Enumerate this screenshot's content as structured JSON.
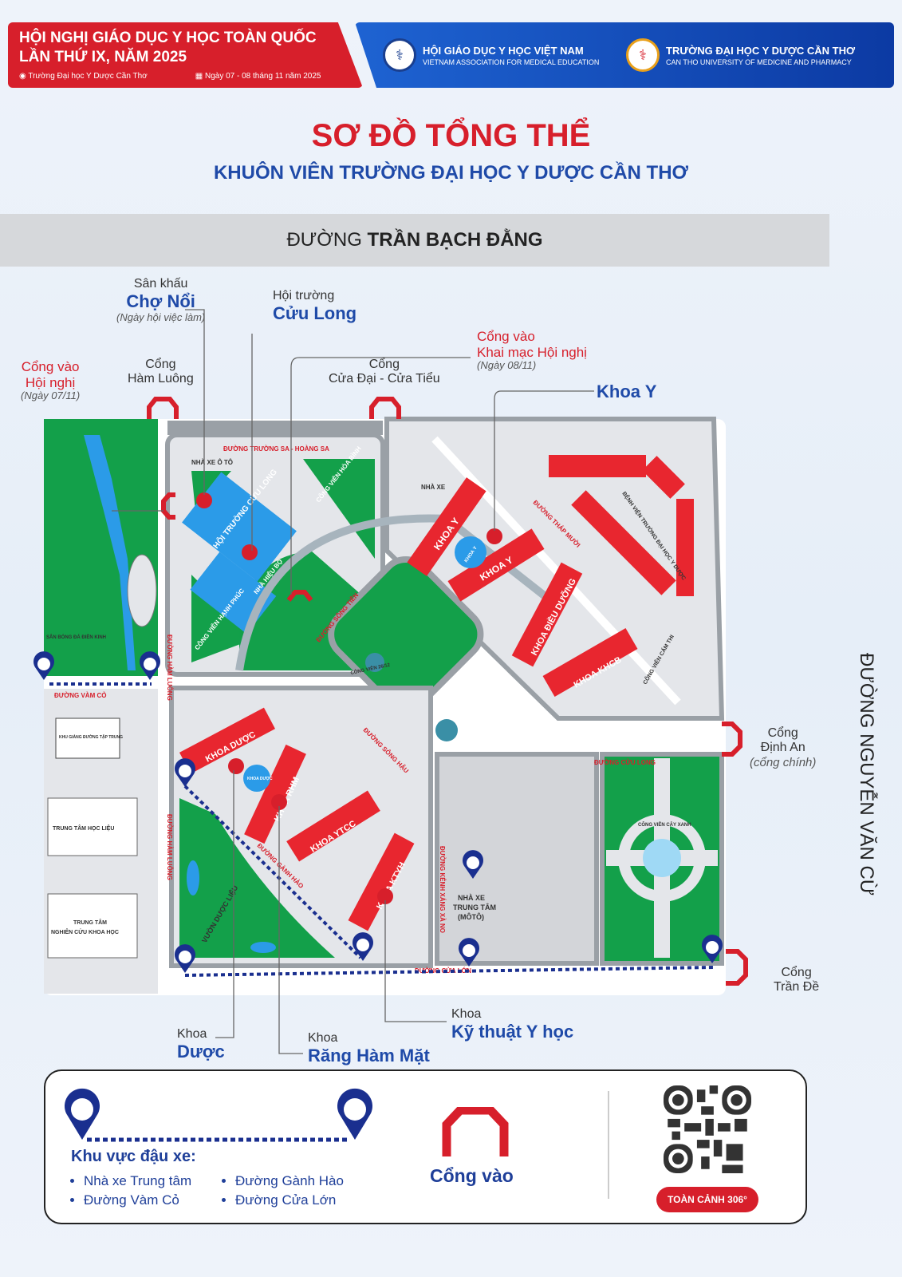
{
  "header": {
    "event_title_line1": "HỘI NGHỊ GIÁO DỤC Y HỌC TOÀN QUỐC",
    "event_title_line2": "LẦN THỨ IX, NĂM 2025",
    "location": "Trường Đại học Y Dược Cần Thơ",
    "date": "Ngày 07 - 08 tháng 11 năm 2025",
    "org1_name": "HỘI GIÁO DỤC Y HỌC VIỆT NAM",
    "org1_sub": "VIETNAM ASSOCIATION FOR MEDICAL EDUCATION",
    "org2_name": "TRƯỜNG ĐẠI HỌC Y DƯỢC CẦN THƠ",
    "org2_sub": "CAN THO UNIVERSITY OF MEDICINE AND PHARMACY"
  },
  "title": "SƠ ĐỒ TỔNG THỂ",
  "subtitle": "KHUÔN VIÊN TRƯỜNG ĐẠI HỌC Y DƯỢC CẦN THƠ",
  "roads": {
    "top_prefix": "ĐƯỜNG ",
    "top_name": "TRẦN BẠCH ĐẰNG",
    "right": "ĐƯỜNG NGUYỄN VĂN CỪ"
  },
  "callouts": {
    "cho_noi": {
      "small": "Sân khấu",
      "big": "Chợ Nổi",
      "note": "(Ngày hội việc làm)"
    },
    "cuu_long": {
      "small": "Hội trường",
      "big": "Cửu Long"
    },
    "cong_hoi_nghi": {
      "red": "Cổng vào",
      "red2": "Hội nghị",
      "note": "(Ngày 07/11)"
    },
    "cong_ham_luong": {
      "small": "Cổng",
      "name": "Hàm Luông"
    },
    "cong_cua_dai": {
      "small": "Cổng",
      "name": "Cửa Đại - Cửa Tiểu"
    },
    "cong_khai_mac": {
      "red": "Cổng vào",
      "red2": "Khai mạc Hội nghị",
      "note": "(Ngày 08/11)"
    },
    "khoa_y": {
      "big": "Khoa Y"
    },
    "cong_dinh_an": {
      "small": "Cổng",
      "name": "Định An",
      "note": "(cổng chính)"
    },
    "cong_tran_de": {
      "small": "Cổng",
      "name": "Trần Đề"
    },
    "khoa_duoc": {
      "small": "Khoa",
      "big": "Dược"
    },
    "khoa_rhm": {
      "small": "Khoa",
      "big": "Răng Hàm Mặt"
    },
    "khoa_ktyh": {
      "small": "Khoa",
      "big": "Kỹ thuật Y học"
    }
  },
  "map_labels": {
    "truong_sa": "ĐƯỜNG TRƯỜNG SA - HOÀNG SA",
    "nha_xe_oto": "NHÀ XE Ô TÔ",
    "hoi_truong": "HỘI TRƯỜNG CỬU LONG",
    "nha_hieu_bo": "NHÀ HIỆU BỘ",
    "cv_hoa_binh": "CÔNG VIÊN HÒA BÌNH",
    "cv_hanh_phuc": "CÔNG VIÊN HẠNH PHÚC",
    "nha_xe": "NHÀ XE",
    "khoa_y1": "KHOA Y",
    "khoa_y2": "KHOA Y",
    "khoa_y_circle": "KHOA Y",
    "thap_muoi": "ĐƯỜNG THÁP MƯỜI",
    "benh_vien": "BỆNH VIỆN TRƯỜNG ĐẠI HỌC Y DƯỢC",
    "khoa_dd": "KHOA ĐIỀU DƯỠNG",
    "khoa_khcb": "KHOA KHCB",
    "cv_cam_thi": "CÔNG VIÊN CẨM THI",
    "cuu_long_rd": "ĐƯỜNG CỬU LONG",
    "song_tien": "ĐƯỜNG SÔNG TIỀN",
    "song_hau": "ĐƯỜNG SÔNG HẬU",
    "cv_2612": "CÔNG VIÊN 26/12",
    "vam_co": "ĐƯỜNG VÀM CỎ",
    "ham_luong1": "ĐƯỜNG HÀM LUÔNG",
    "ham_luong2": "ĐƯỜNG HÀM LUÔNG",
    "khoa_duoc": "KHOA DƯỢC",
    "khoa_duoc_circle": "KHOA DƯỢC",
    "khoa_rhm": "KHOA RHM",
    "khoa_ytcc": "KHOA YTCC",
    "khoa_ktyh": "KHOA KTYH",
    "ganh_hao": "ĐƯỜNG GÀNH HÀO",
    "vuon": "VƯỜN DƯỢC LIỆU",
    "kenh_xang": "ĐƯỜNG KÊNH XÁNG XÀ NO",
    "cua_lon": "ĐƯỜNG CỬA LỚN",
    "nha_xe_tt1": "NHÀ XE",
    "nha_xe_tt2": "TRUNG TÂM",
    "nha_xe_tt3": "(MÔTÔ)",
    "cv_cay_xanh": "CÔNG VIÊN CÂY XANH",
    "khu_giang": "KHU GIẢNG ĐƯỜNG TẬP TRUNG",
    "tt_hoc_lieu": "TRUNG TÂM HỌC LIỆU",
    "tt_nckh1": "TRUNG TÂM",
    "tt_nckh2": "NGHIÊN CỨU KHOA HỌC",
    "san_bong": "SÂN BÓNG ĐÁ ĐIỀN KINH"
  },
  "legend": {
    "parking_title": "Khu vực đậu xe:",
    "parking_items": [
      "Nhà xe Trung tâm",
      "Đường Gành Hào",
      "Đường Vàm Cỏ",
      "Đường Cửa Lớn"
    ],
    "gate_label": "Cổng vào",
    "panorama_button": "TOÀN CẢNH 306°"
  },
  "colors": {
    "red": "#d71f2b",
    "blue": "#1f4aa8",
    "green": "#13a04a",
    "road": "#9aa0a6",
    "block": "#e4e6ea",
    "water": "#2b9be8"
  }
}
